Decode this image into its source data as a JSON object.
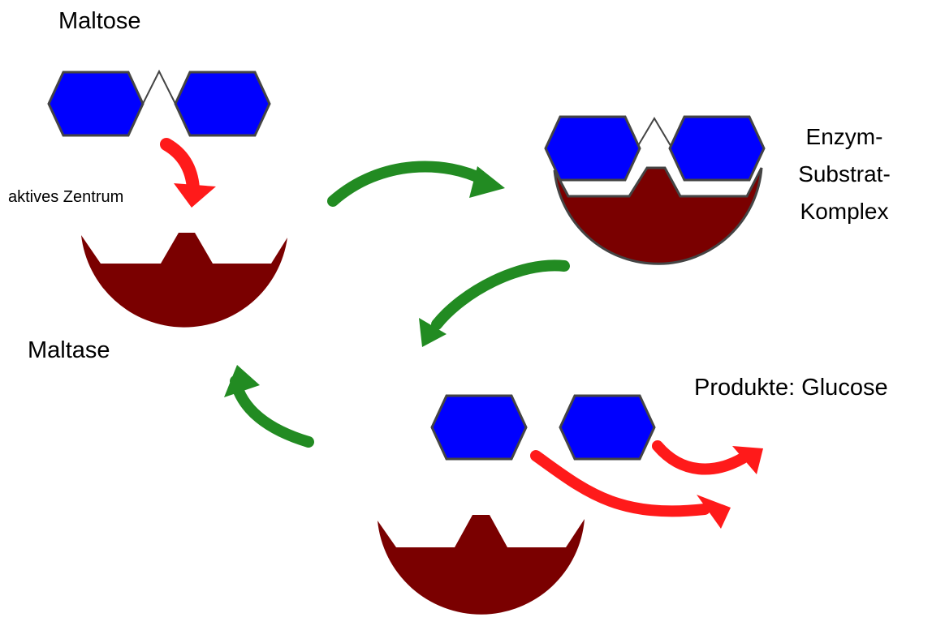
{
  "labels": {
    "maltose": "Maltose",
    "active_site": "aktives Zentrum",
    "maltase": "Maltase",
    "complex_line1": "Enzym-",
    "complex_line2": "Substrat-",
    "complex_line3": "Komplex",
    "products": "Produkte: Glucose"
  },
  "colors": {
    "glucose_fill": "#0000ff",
    "enzyme_fill": "#7a0000",
    "cycle_arrow": "#228b22",
    "reaction_arrow": "#ff1a1a"
  }
}
